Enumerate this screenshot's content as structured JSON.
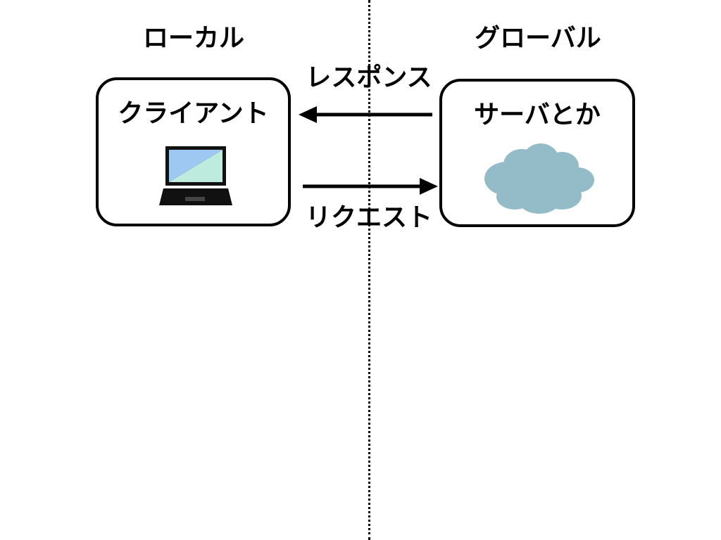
{
  "diagram": {
    "left_zone": {
      "label": "ローカル"
    },
    "right_zone": {
      "label": "グローバル"
    },
    "client": {
      "title": "クライアント",
      "icon": "laptop-icon"
    },
    "server": {
      "title": "サーバとか",
      "icon": "cloud-icon"
    },
    "response": {
      "label": "レスポンス",
      "direction": "server-to-client"
    },
    "request": {
      "label": "リクエスト",
      "direction": "client-to-server"
    },
    "colors": {
      "laptop_screen_blue": "#9EC8F2",
      "laptop_screen_teal": "#BDEBDD",
      "laptop_body": "#111111",
      "cloud": "#94BBC8"
    }
  }
}
